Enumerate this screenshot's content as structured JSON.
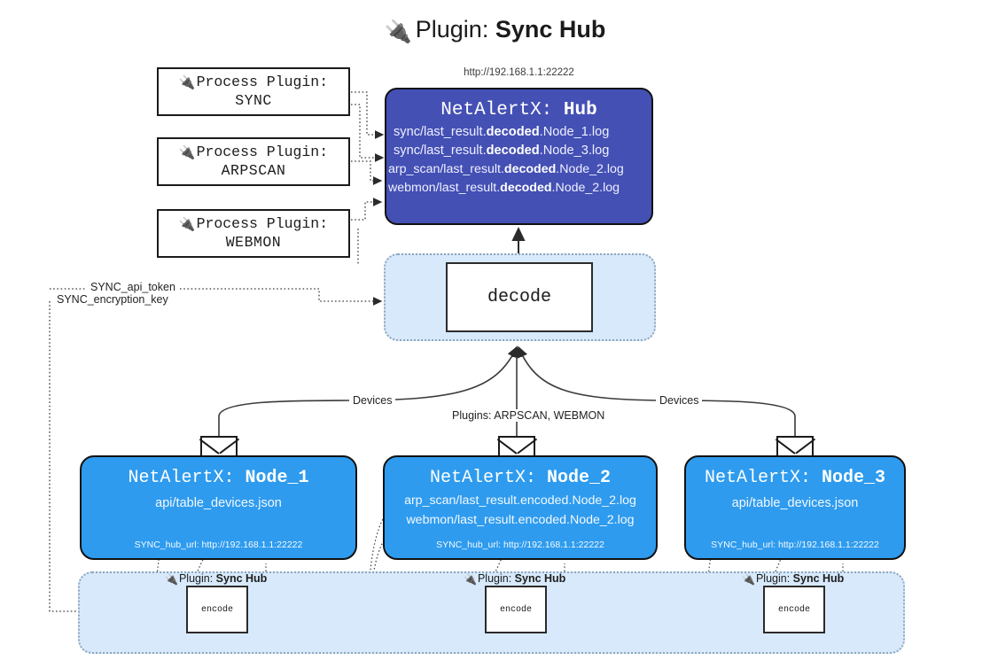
{
  "title": {
    "prefix": "Plugin:",
    "name": "Sync Hub",
    "icon": "plug-icon"
  },
  "process_plugins": [
    {
      "line1": "Process Plugin:",
      "line2": "SYNC"
    },
    {
      "line1": "Process Plugin:",
      "line2": "ARPSCAN"
    },
    {
      "line1": "Process Plugin:",
      "line2": "WEBMON"
    }
  ],
  "hub": {
    "url": "http://192.168.1.1:22222",
    "title_prefix": "NetAlertX:",
    "title_name": "Hub",
    "logs": [
      {
        "pre": "sync/last_result.",
        "em": "decoded",
        "post": ".Node_1.log"
      },
      {
        "pre": "sync/last_result.",
        "em": "decoded",
        "post": ".Node_3.log"
      },
      {
        "pre": "arp_scan/last_result.",
        "em": "decoded",
        "post": ".Node_2.log"
      },
      {
        "pre": "webmon/last_result.",
        "em": "decoded",
        "post": ".Node_2.log"
      }
    ]
  },
  "decode": {
    "label": "decode"
  },
  "secrets": [
    {
      "label": "SYNC_api_token"
    },
    {
      "label": "SYNC_encryption_key"
    }
  ],
  "edge_labels": {
    "devices_left": "Devices",
    "devices_right": "Devices",
    "plugins_center": "Plugins: ARPSCAN, WEBMON"
  },
  "nodes": [
    {
      "title_prefix": "NetAlertX:",
      "title_name": "Node_1",
      "lines": [
        {
          "text": "api/table_devices.json"
        }
      ],
      "url_label": "SYNC_hub_url:",
      "url_value": "http://192.168.1.1:22222"
    },
    {
      "title_prefix": "NetAlertX:",
      "title_name": "Node_2",
      "lines": [
        {
          "text": "arp_scan/last_result.encoded.Node_2.log"
        },
        {
          "text": "webmon/last_result.encoded.Node_2.log"
        }
      ],
      "url_label": "SYNC_hub_url:",
      "url_value": "http://192.168.1.1:22222"
    },
    {
      "title_prefix": "NetAlertX:",
      "title_name": "Node_3",
      "lines": [
        {
          "text": "api/table_devices.json"
        }
      ],
      "url_label": "SYNC_hub_url:",
      "url_value": "http://192.168.1.1:22222"
    }
  ],
  "encoders": [
    {
      "plugin_prefix": "Plugin:",
      "plugin_name": "Sync Hub",
      "label": "encode"
    },
    {
      "plugin_prefix": "Plugin:",
      "plugin_name": "Sync Hub",
      "label": "encode"
    },
    {
      "plugin_prefix": "Plugin:",
      "plugin_name": "Sync Hub",
      "label": "encode"
    }
  ],
  "colors": {
    "hub_fill": "#4450b4",
    "node_fill": "#2e9bee",
    "region_fill": "#d7e9fb",
    "stroke": "#1b1b1b"
  }
}
